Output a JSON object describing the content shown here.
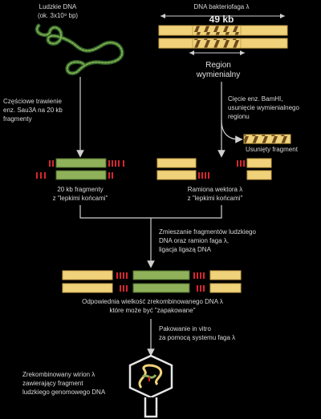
{
  "title_human_dna": "Ludzkie DNA",
  "size_human_dna": "(ok. 3x10⁹ bp)",
  "title_phage_dna": "DNA bakteriofaga λ",
  "phage_length": "49 kb",
  "region_label_1": "Region",
  "region_label_2": "wymienialny",
  "step_partial_digest": [
    "Częściowe trawienie",
    "enz. Sau3A na 20 kb",
    "fragmenty"
  ],
  "step_bamhi": [
    "Cięcie enz. BamHI,",
    "usunięcie wymienialnego",
    "regionu"
  ],
  "removed_fragment": "Usunięty fragment",
  "fragments_label": [
    "20 kb fragmenty",
    "z \"lepkimi końcami\""
  ],
  "arms_label": [
    "Ramiona wektora λ",
    "z \"lepkimi końcami\""
  ],
  "step_mixing": [
    "Zmieszanie fragmentów ludzkiego",
    "DNA oraz ramion faga λ,",
    "ligacja ligazą DNA"
  ],
  "recombinant_label": [
    "Odpowiednia wielkość zrekombinowanego DNA λ",
    "które może być \"zapakowane\""
  ],
  "step_packaging": [
    "Pakowanie in vitro",
    "za pomocą systemu faga λ"
  ],
  "virion_label": [
    "Zrekombinowany wirion λ",
    "zawierający fragment",
    "ludzkiego genomowego DNA"
  ],
  "colors": {
    "green": "#8fb15a",
    "green_dark": "#4d6b2a",
    "yellow": "#f0d27a",
    "yellow_dark": "#c9a24a",
    "red": "#d8262f",
    "arrow": "#cfcfcf"
  }
}
